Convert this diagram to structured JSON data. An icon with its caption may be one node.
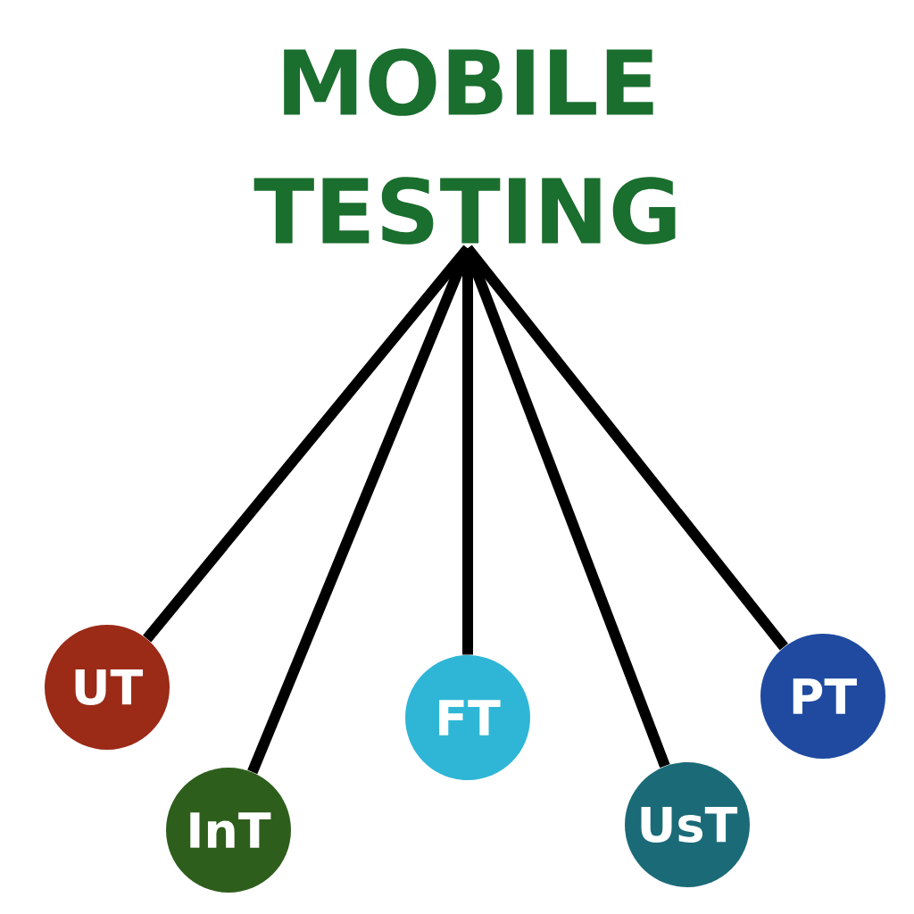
{
  "diagram": {
    "nodes": [
      {
        "text": [
          "MOBILE TESTING"
        ]
      },
      {
        "text": [
          "UT"
        ]
      },
      {
        "text": [
          "InT"
        ]
      },
      {
        "text": [
          "FT"
        ]
      },
      {
        "text": [
          "UsT"
        ]
      },
      {
        "text": [
          "PT"
        ]
      }
    ],
    "edges": [
      {
        "from": 0,
        "to": 1,
        "arrow": "none"
      },
      {
        "from": 0,
        "to": 2,
        "arrow": "none"
      },
      {
        "from": 0,
        "to": 3,
        "arrow": "none"
      },
      {
        "from": 0,
        "to": 4,
        "arrow": "none"
      },
      {
        "from": 0,
        "to": 5,
        "arrow": "none"
      }
    ]
  }
}
